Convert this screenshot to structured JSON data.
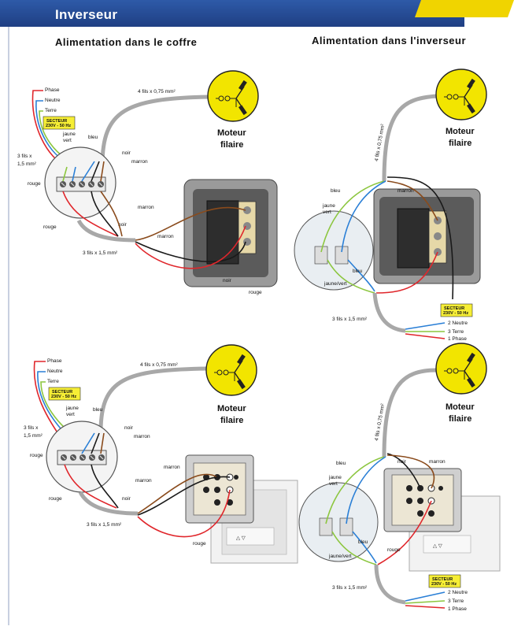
{
  "header": {
    "title": "Inverseur"
  },
  "sections": {
    "left_title": "Alimentation dans le coffre",
    "right_title": "Alimentation dans l'inverseur"
  },
  "motor": {
    "label_line1": "Moteur",
    "label_line2": "filaire"
  },
  "labels": {
    "phase": "Phase",
    "neutre": "Neutre",
    "terre": "Terre",
    "secteur": "SECTEUR",
    "secteur_spec": "230V - 50 Hz",
    "cable_4": "4 fils x 0,75 mm²",
    "cable_3": "3 fils x 1,5 mm²",
    "cable_3_split_a": "3 fils x",
    "cable_3_split_b": "1,5 mm²",
    "jaune": "jaune",
    "vert": "vert",
    "bleu": "bleu",
    "noir": "noir",
    "marron": "marron",
    "rouge": "rouge",
    "jaune_vert": "jaune/vert",
    "n2": "2 Neutre",
    "n3": "3 Terre",
    "n1": "1 Phase"
  },
  "colors": {
    "header": "#23468f",
    "accent": "#f0d400",
    "motor_fill": "#f2e500",
    "wire_red": "#e0262b",
    "wire_blue": "#2a7fd6",
    "wire_black": "#1a1a1a",
    "wire_brown": "#8a4b1c",
    "wire_green": "#8cc63f",
    "cable_gray": "#a8a8a8"
  }
}
